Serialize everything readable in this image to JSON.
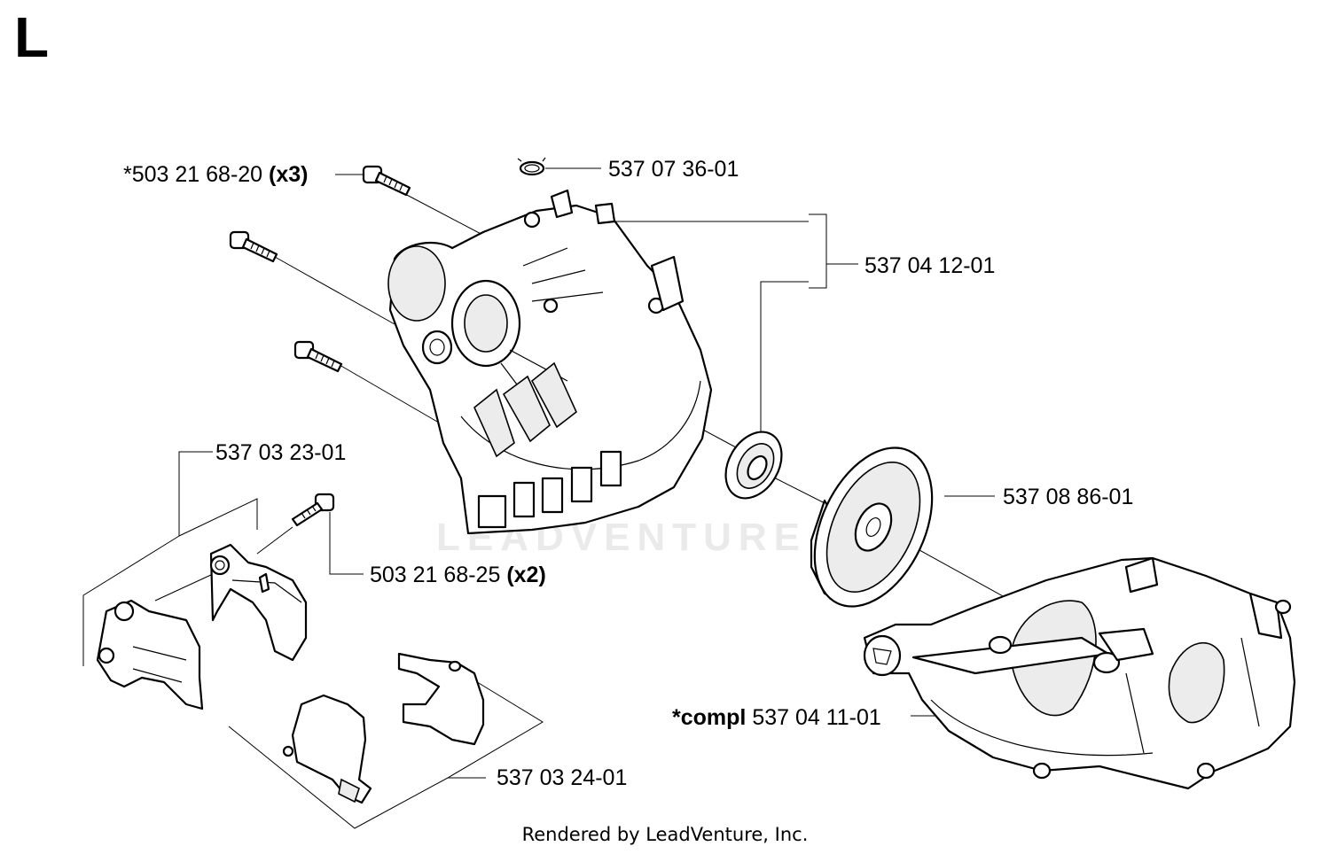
{
  "section": "L",
  "watermark": "LEADVENTURE",
  "footer": "Rendered by LeadVenture, Inc.",
  "parts": [
    {
      "id": "screw-x3",
      "number": "*503 21 68-20",
      "qty": "(x3)"
    },
    {
      "id": "clip",
      "number": "537 07 36-01",
      "qty": ""
    },
    {
      "id": "crankcase-half",
      "number": "537 04 12-01",
      "qty": ""
    },
    {
      "id": "clamp-upper",
      "number": "537 03 23-01",
      "qty": ""
    },
    {
      "id": "bearing-flange",
      "number": "537 08 86-01",
      "qty": ""
    },
    {
      "id": "screw-x2",
      "number": "503 21 68-25",
      "qty": "(x2)"
    },
    {
      "id": "crankcase-complete",
      "prefix": "*compl",
      "number": "537 04 11-01",
      "qty": ""
    },
    {
      "id": "clamp-lower",
      "number": "537 03 24-01",
      "qty": ""
    }
  ]
}
